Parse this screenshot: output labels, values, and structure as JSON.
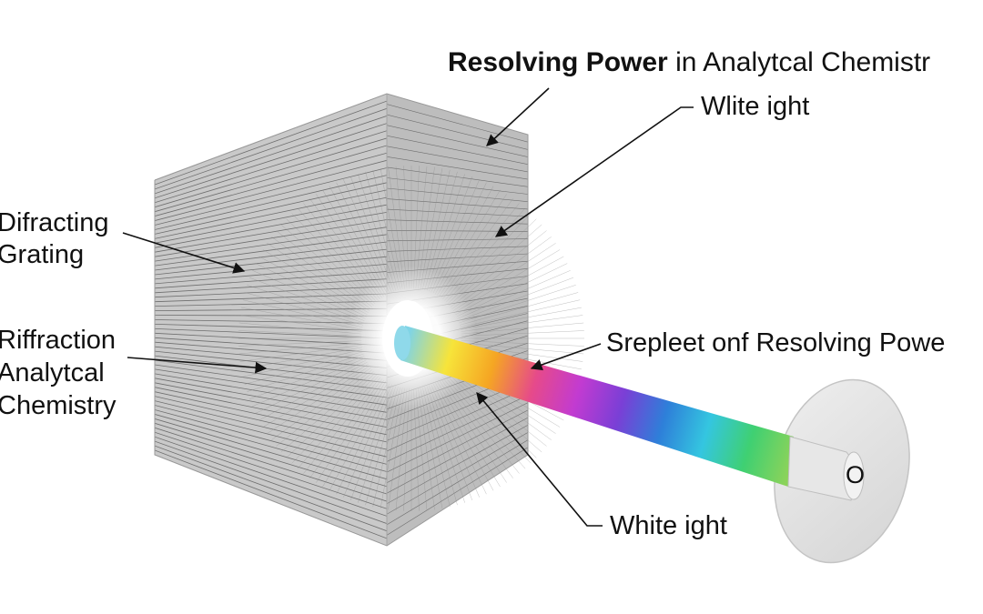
{
  "title": {
    "bold": "Resolving Power",
    "rest": " in Analytcal Chemistr"
  },
  "labels": {
    "white_light_top": "Wlite ight",
    "grating": [
      "Difracting",
      "Grating"
    ],
    "riffraction": [
      "Riffraction",
      "Analytcal",
      "Chemistry"
    ],
    "spectrum": "Srepleet onf Resolving Powe",
    "white_light_bottom": "White ight",
    "detector": "O"
  },
  "colors": {
    "grating_face": "#c9c9c9",
    "grating_top": "#d3d3d3",
    "grating_side": "#bdbdbd",
    "grating_lines": "#6e6e6e",
    "disk": "#e3e3e3",
    "text": "#111111"
  },
  "spectrum_colors": [
    "#7fd4e6",
    "#f7e43a",
    "#f5a623",
    "#e64a8a",
    "#c23bd1",
    "#7a3fd6",
    "#2e7fd9",
    "#34c6e0",
    "#3fd072",
    "#8bd35a"
  ]
}
